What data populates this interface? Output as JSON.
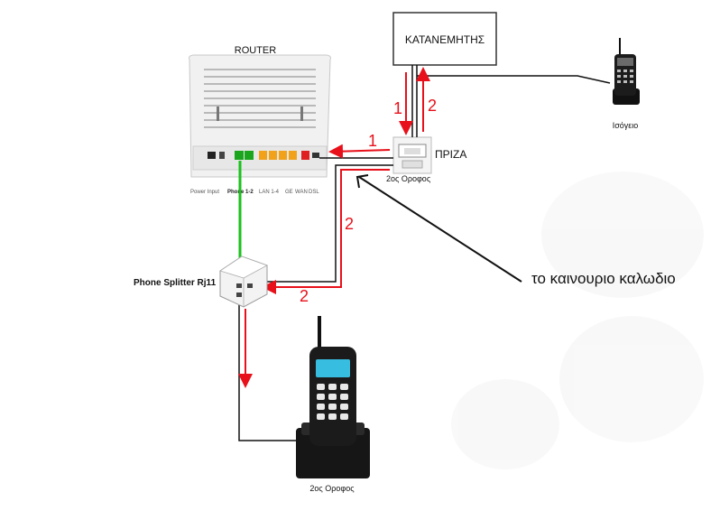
{
  "labels": {
    "router": "ROUTER",
    "distributor": "ΚΑΤΑΝΕΜΗΤΗΣ",
    "socket": "ΠΡΙΖΑ",
    "socket_floor": "2ος Οροφος",
    "ground_floor_phone": "Ισόγειο",
    "splitter": "Phone Splitter Rj11",
    "bottom_phone_floor": "2ος Οροφος",
    "new_cable": "το καινουριο καλωδιο"
  },
  "router_ports": {
    "power": "Power Input",
    "phone": "Phone 1-2",
    "lan": "LAN 1-4",
    "ge": "GE",
    "wan": "WAN",
    "dsl": "DSL"
  },
  "path_markers": {
    "dist_down": "1",
    "dist_up": "2",
    "socket_to_router": "1",
    "socket_to_splitter_vertical": "2",
    "socket_to_splitter_horizontal": "2"
  },
  "colors": {
    "signal_red": "#e8101a",
    "phone_green": "#19c21c",
    "cable_black": "#111111",
    "router_body": "#f1f1f1",
    "lan_ports": "#f2a21a",
    "dsl_port": "#e02020"
  }
}
